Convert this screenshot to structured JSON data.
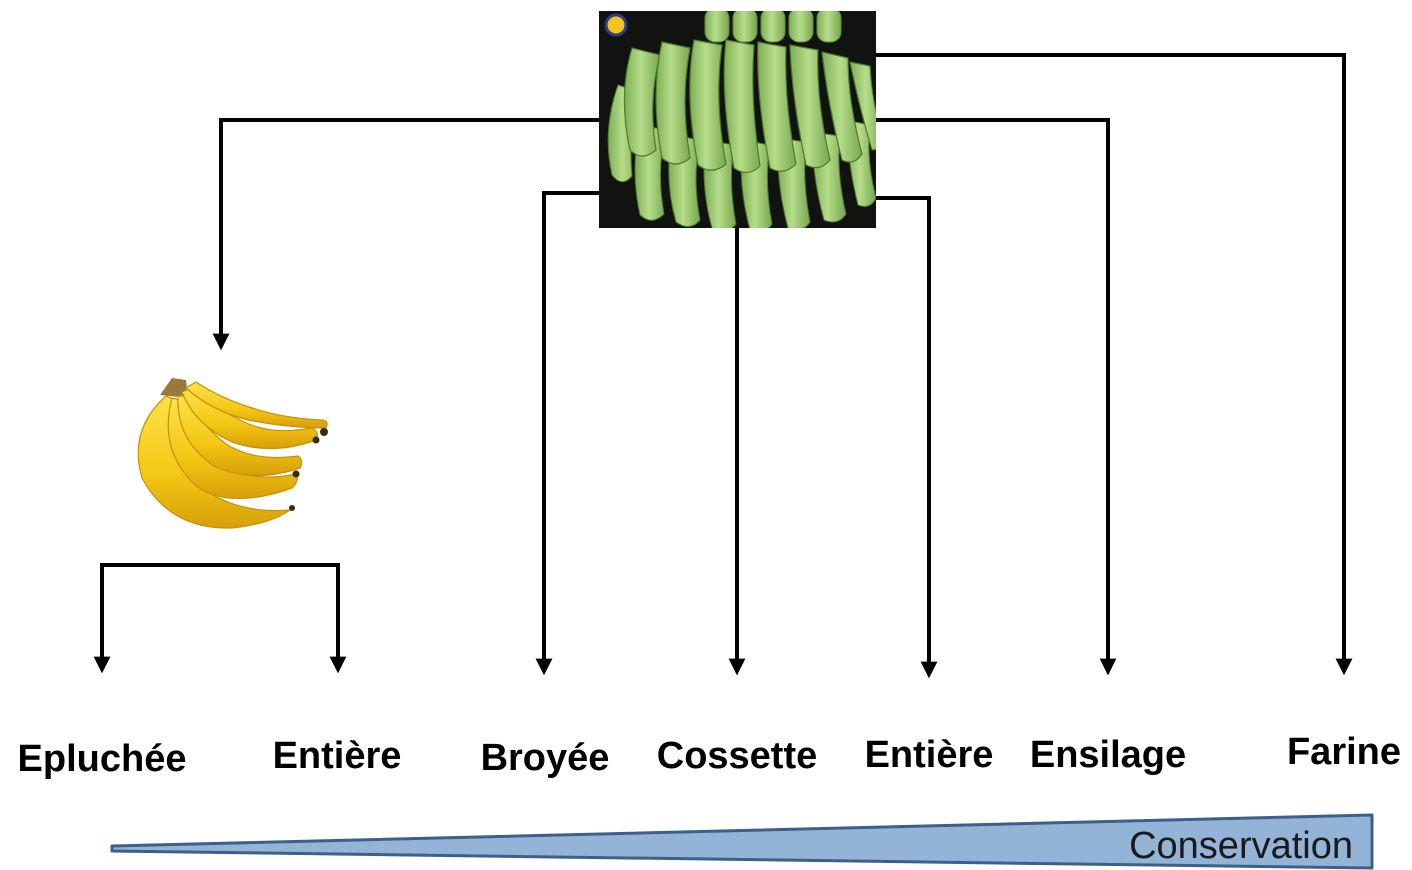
{
  "nodes": {
    "source": {
      "icon": "green-plantain-bunch-photo"
    },
    "ripe": {
      "icon": "ripe-banana-bunch-photo"
    }
  },
  "labels": {
    "epluchee": "Epluchée",
    "entiere_ripe": "Entière",
    "broyee": "Broyée",
    "cossette": "Cossette",
    "entiere_green": "Entière",
    "ensilage": "Ensilage",
    "farine": "Farine"
  },
  "scale": {
    "label": "Conservation",
    "fill": "#93b3d7",
    "stroke": "#3d5f8c"
  },
  "colors": {
    "green_banana": "#9ccb72",
    "yellow_banana": "#f5cf1c",
    "photo_background": "#111311",
    "line": "#000000"
  }
}
